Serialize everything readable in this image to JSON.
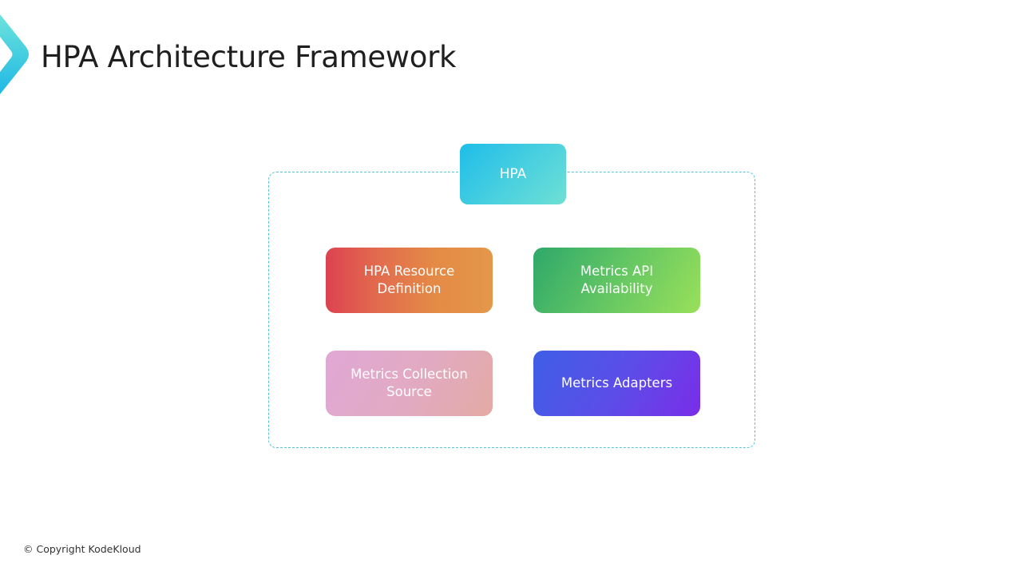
{
  "header": {
    "title": "HPA Architecture Framework",
    "logo_icon": "chevron-right-icon"
  },
  "diagram": {
    "root": {
      "label": "HPA",
      "color_from": "#1ebde9",
      "color_to": "#6fe0d4"
    },
    "container_border_color": "#5bc0d6",
    "components": [
      {
        "lines": [
          "HPA Resource",
          "Definition"
        ],
        "color_from": "#dc4350",
        "color_to": "#e4974a"
      },
      {
        "lines": [
          "Metrics API",
          "Availability"
        ],
        "color_from": "#2ea86a",
        "color_to": "#99e05a"
      },
      {
        "lines": [
          "Metrics Collection",
          "Source"
        ],
        "color_from": "#e0a8d6",
        "color_to": "#e3aaa4"
      },
      {
        "lines": [
          "Metrics Adapters"
        ],
        "color_from": "#3e5ee6",
        "color_to": "#7a2de8"
      }
    ]
  },
  "footer": {
    "copyright": "© Copyright KodeKloud"
  }
}
